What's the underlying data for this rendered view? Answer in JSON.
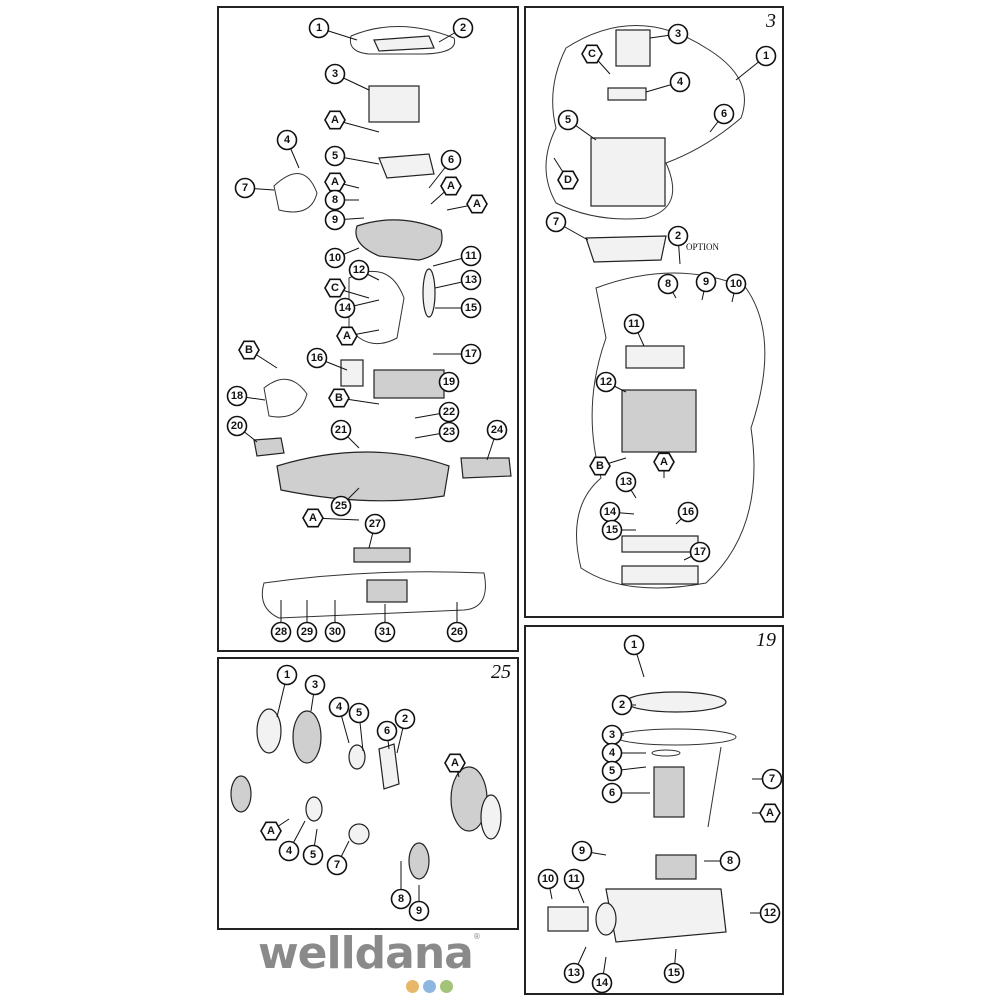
{
  "brand": {
    "name": "welldana",
    "trademark": "®",
    "dot_colors": [
      "#e8b86a",
      "#8db6e0",
      "#a3c478"
    ]
  },
  "panels": {
    "main": {
      "callouts": [
        {
          "label": "1",
          "shape": "circle"
        },
        {
          "label": "2",
          "shape": "circle"
        },
        {
          "label": "3",
          "shape": "circle"
        },
        {
          "label": "A",
          "shape": "hex"
        },
        {
          "label": "4",
          "shape": "circle"
        },
        {
          "label": "5",
          "shape": "circle"
        },
        {
          "label": "6",
          "shape": "circle"
        },
        {
          "label": "A",
          "shape": "hex"
        },
        {
          "label": "7",
          "shape": "circle"
        },
        {
          "label": "8",
          "shape": "circle"
        },
        {
          "label": "A",
          "shape": "hex"
        },
        {
          "label": "9",
          "shape": "circle"
        },
        {
          "label": "A",
          "shape": "hex"
        },
        {
          "label": "10",
          "shape": "circle"
        },
        {
          "label": "11",
          "shape": "circle"
        },
        {
          "label": "12",
          "shape": "circle"
        },
        {
          "label": "C",
          "shape": "hex"
        },
        {
          "label": "13",
          "shape": "circle"
        },
        {
          "label": "14",
          "shape": "circle"
        },
        {
          "label": "15",
          "shape": "circle"
        },
        {
          "label": "A",
          "shape": "hex"
        },
        {
          "label": "B",
          "shape": "hex"
        },
        {
          "label": "16",
          "shape": "circle"
        },
        {
          "label": "17",
          "shape": "circle"
        },
        {
          "label": "18",
          "shape": "circle"
        },
        {
          "label": "19",
          "shape": "circle"
        },
        {
          "label": "B",
          "shape": "hex"
        },
        {
          "label": "21",
          "shape": "circle"
        },
        {
          "label": "22",
          "shape": "circle"
        },
        {
          "label": "20",
          "shape": "circle"
        },
        {
          "label": "23",
          "shape": "circle"
        },
        {
          "label": "24",
          "shape": "circle"
        },
        {
          "label": "25",
          "shape": "circle"
        },
        {
          "label": "A",
          "shape": "hex"
        },
        {
          "label": "27",
          "shape": "circle"
        },
        {
          "label": "28",
          "shape": "circle"
        },
        {
          "label": "29",
          "shape": "circle"
        },
        {
          "label": "30",
          "shape": "circle"
        },
        {
          "label": "31",
          "shape": "circle"
        },
        {
          "label": "26",
          "shape": "circle"
        }
      ]
    },
    "filter": {
      "number": "3",
      "option_label": "OPTION",
      "callouts": [
        {
          "label": "3",
          "shape": "circle"
        },
        {
          "label": "1",
          "shape": "circle"
        },
        {
          "label": "C",
          "shape": "hex"
        },
        {
          "label": "4",
          "shape": "circle"
        },
        {
          "label": "5",
          "shape": "circle"
        },
        {
          "label": "6",
          "shape": "circle"
        },
        {
          "label": "D",
          "shape": "hex"
        },
        {
          "label": "7",
          "shape": "circle"
        },
        {
          "label": "2",
          "shape": "circle"
        },
        {
          "label": "8",
          "shape": "circle"
        },
        {
          "label": "9",
          "shape": "circle"
        },
        {
          "label": "10",
          "shape": "circle"
        },
        {
          "label": "11",
          "shape": "circle"
        },
        {
          "label": "12",
          "shape": "circle"
        },
        {
          "label": "B",
          "shape": "hex"
        },
        {
          "label": "A",
          "shape": "hex"
        },
        {
          "label": "13",
          "shape": "circle"
        },
        {
          "label": "14",
          "shape": "circle"
        },
        {
          "label": "16",
          "shape": "circle"
        },
        {
          "label": "15",
          "shape": "circle"
        },
        {
          "label": "17",
          "shape": "circle"
        }
      ]
    },
    "wheels": {
      "number": "25",
      "callouts": [
        {
          "label": "1",
          "shape": "circle"
        },
        {
          "label": "3",
          "shape": "circle"
        },
        {
          "label": "4",
          "shape": "circle"
        },
        {
          "label": "5",
          "shape": "circle"
        },
        {
          "label": "6",
          "shape": "circle"
        },
        {
          "label": "2",
          "shape": "circle"
        },
        {
          "label": "A",
          "shape": "hex"
        },
        {
          "label": "A",
          "shape": "hex"
        },
        {
          "label": "4",
          "shape": "circle"
        },
        {
          "label": "5",
          "shape": "circle"
        },
        {
          "label": "7",
          "shape": "circle"
        },
        {
          "label": "8",
          "shape": "circle"
        },
        {
          "label": "9",
          "shape": "circle"
        }
      ]
    },
    "motor": {
      "number": "19",
      "callouts": [
        {
          "label": "1",
          "shape": "circle"
        },
        {
          "label": "2",
          "shape": "circle"
        },
        {
          "label": "3",
          "shape": "circle"
        },
        {
          "label": "4",
          "shape": "circle"
        },
        {
          "label": "5",
          "shape": "circle"
        },
        {
          "label": "7",
          "shape": "circle"
        },
        {
          "label": "6",
          "shape": "circle"
        },
        {
          "label": "A",
          "shape": "hex"
        },
        {
          "label": "9",
          "shape": "circle"
        },
        {
          "label": "8",
          "shape": "circle"
        },
        {
          "label": "10",
          "shape": "circle"
        },
        {
          "label": "11",
          "shape": "circle"
        },
        {
          "label": "12",
          "shape": "circle"
        },
        {
          "label": "13",
          "shape": "circle"
        },
        {
          "label": "14",
          "shape": "circle"
        },
        {
          "label": "15",
          "shape": "circle"
        }
      ]
    }
  }
}
